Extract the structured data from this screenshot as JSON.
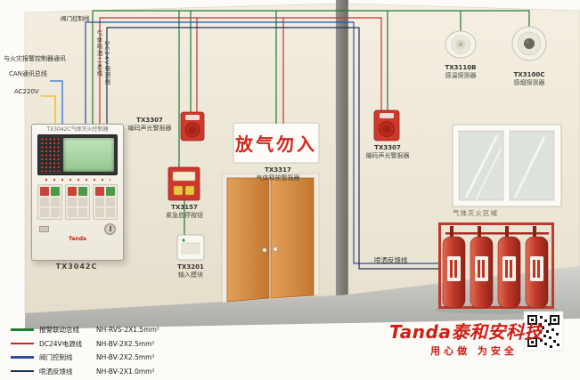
{
  "wiring_labels": {
    "fire_alarm_comm": "与火灾报警控制器通讯",
    "can_bus": "CAN通讯总线",
    "ac_power": "AC220V",
    "valve_control": "阀门控制线",
    "gas_release_bus": "气体喷洒二总线",
    "dc24v": "DC24V电源线",
    "spray_feedback": "喷洒反馈线"
  },
  "panel": {
    "header": "TX3042C气体灭火控制器",
    "model": "TX3042C",
    "logo": "Tanda"
  },
  "devices": {
    "alarm_left": {
      "model": "TX3307",
      "name": "编码声光警报器"
    },
    "emergency_button": {
      "model": "TX3157",
      "name": "紧急启停按钮"
    },
    "release_sign": {
      "model": "TX3317",
      "name": "气体释放警报器",
      "sign_text": "放气勿入"
    },
    "input_module": {
      "model": "TX3201",
      "name": "输入模块"
    },
    "alarm_right": {
      "model": "TX3307",
      "name": "编码声光警报器"
    },
    "heat_detector": {
      "model": "TX3110B",
      "name": "感温探测器"
    },
    "smoke_detector": {
      "model": "TX3100C",
      "name": "感烟探测器"
    }
  },
  "zone_label": "气体灭火区域",
  "legend": {
    "items": [
      {
        "label": "报警联动总线",
        "spec": "NH-RVS-2X1.5mm²",
        "color": "#1e7d33"
      },
      {
        "label": "DC24V电源线",
        "spec": "NH-BV-2X2.5mm²",
        "color": "#c62828"
      },
      {
        "label": "阀门控制线",
        "spec": "NH-BV-2X2.5mm²",
        "color": "#2a4da0"
      },
      {
        "label": "喷洒反馈线",
        "spec": "NH-BV-2X1.0mm²",
        "color": "#1c2f60"
      }
    ]
  },
  "brand": {
    "logo": "Tanda泰和安科技",
    "slogan": "用心做  为安全"
  },
  "colors": {
    "wall": "#eee8da",
    "floor": "#b9b8b4",
    "device_red": "#cf382b",
    "door_orange": "#d08a42",
    "wire_green": "#1f7a33",
    "wire_red": "#c4342a",
    "wire_blue": "#2a4da0",
    "wire_navy": "#22315e",
    "wire_can": "#2f6fd6",
    "wire_yellow": "#e8c62a",
    "brand_red": "#d01f16"
  }
}
